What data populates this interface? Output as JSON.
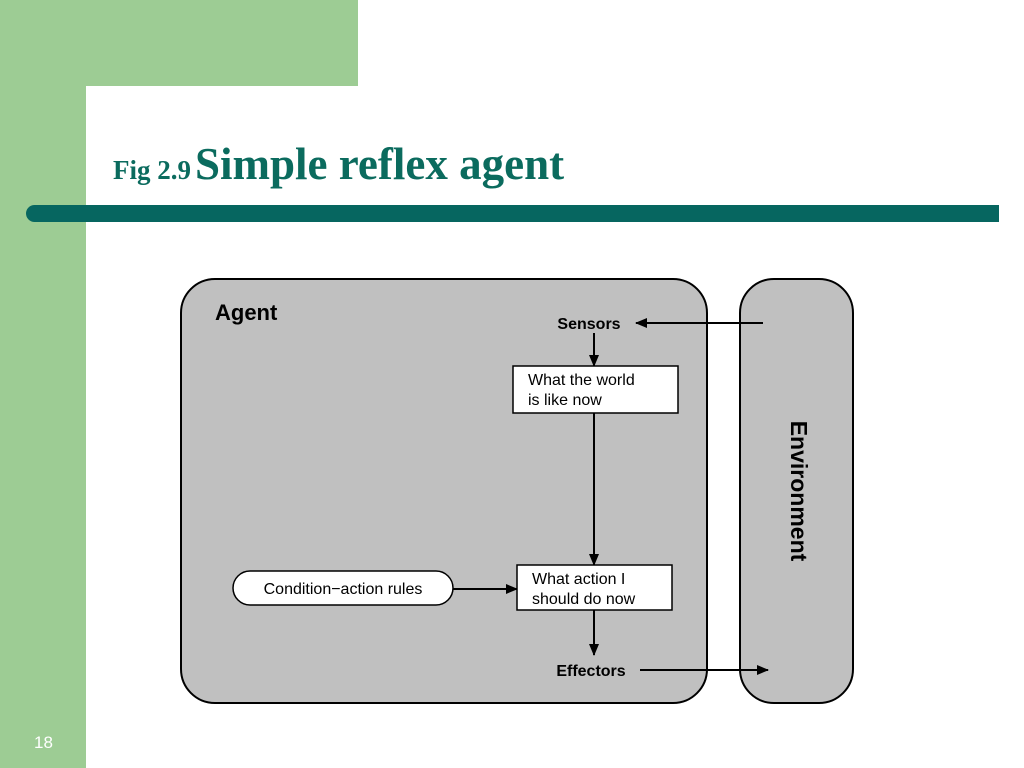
{
  "colors": {
    "sidebar": "#9dcc94",
    "divider": "#066660",
    "title": "#0b6b5e",
    "box_fill": "#c0c0c0"
  },
  "slide": {
    "title_prefix": "Fig 2.9",
    "title": "Simple reflex agent",
    "page_number": "18"
  },
  "diagram": {
    "agent_label": "Agent",
    "environment_label": "Environment",
    "sensors_label": "Sensors",
    "effectors_label": "Effectors",
    "world_state_line1": "What the world",
    "world_state_line2": "is like now",
    "action_line1": "What action I",
    "action_line2": "should do now",
    "rules_label": "Condition−action rules"
  }
}
